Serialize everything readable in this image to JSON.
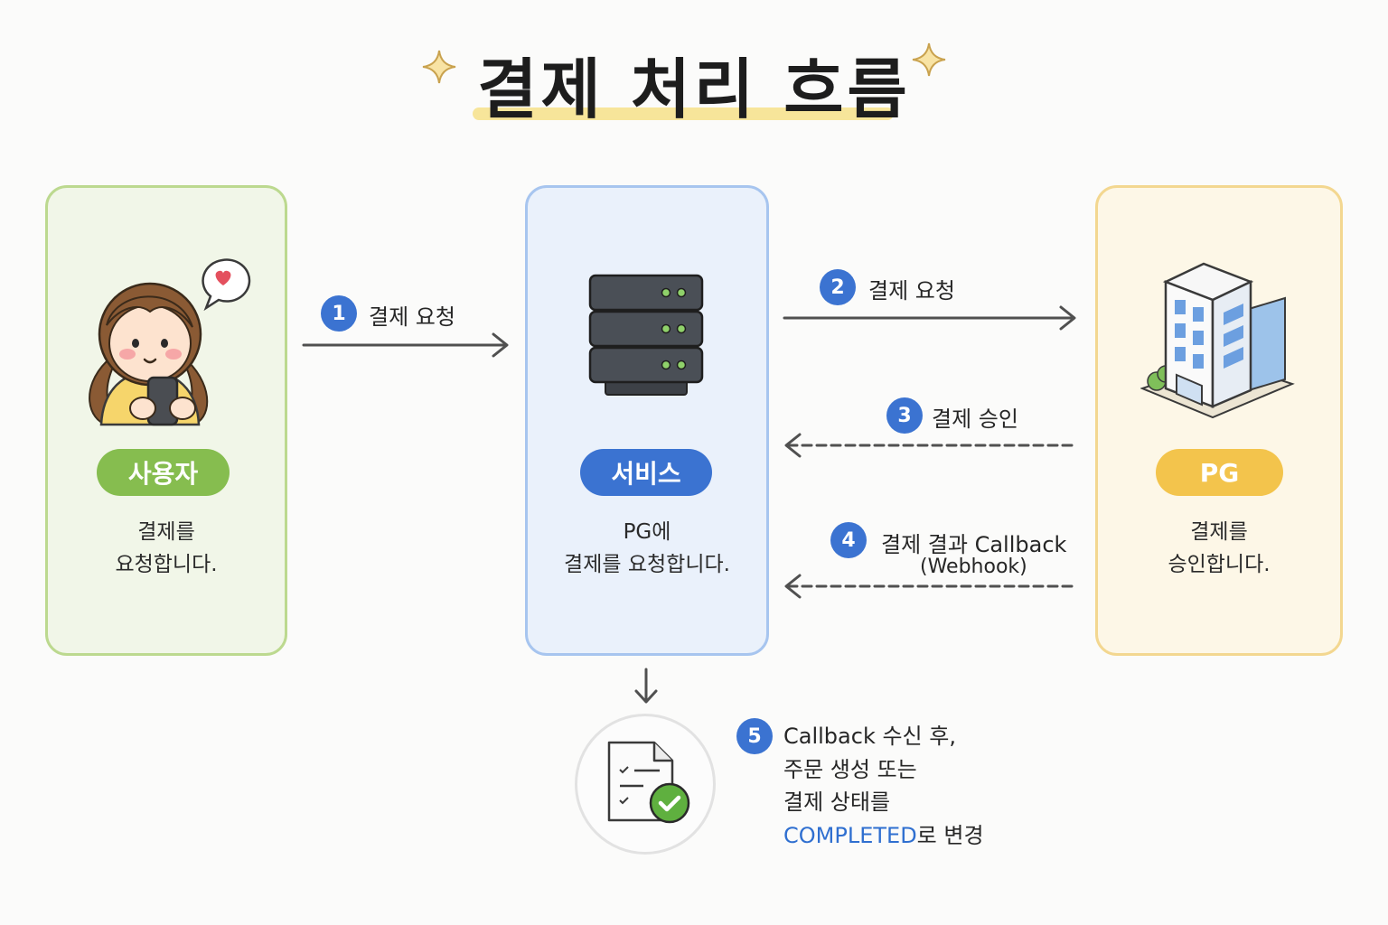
{
  "title": "결제 처리 흐름",
  "colors": {
    "accent_blue": "#3b73d1",
    "user_green": "#86bd4f",
    "pg_yellow": "#f3c44c",
    "title_highlight": "#f7e59a"
  },
  "actors": {
    "user": {
      "label": "사용자",
      "desc_line1": "결제를",
      "desc_line2": "요청합니다.",
      "icon": "user-with-phone-icon"
    },
    "service": {
      "label": "서비스",
      "desc_line1": "PG에",
      "desc_line2": "결제를 요청합니다.",
      "icon": "server-icon"
    },
    "pg": {
      "label": "PG",
      "desc_line1": "결제를",
      "desc_line2": "승인합니다.",
      "icon": "building-icon"
    }
  },
  "steps": [
    {
      "number": "1",
      "label": "결제 요청"
    },
    {
      "number": "2",
      "label": "결제 요청"
    },
    {
      "number": "3",
      "label": "결제 승인"
    },
    {
      "number": "4",
      "label": "결제 결과 Callback",
      "label2": "(Webhook)"
    },
    {
      "number": "5",
      "line1": "Callback 수신 후,",
      "line2": "주문 생성 또는",
      "line3": "결제 상태를",
      "completed": "COMPLETED",
      "line4_suffix": "로 변경"
    }
  ]
}
